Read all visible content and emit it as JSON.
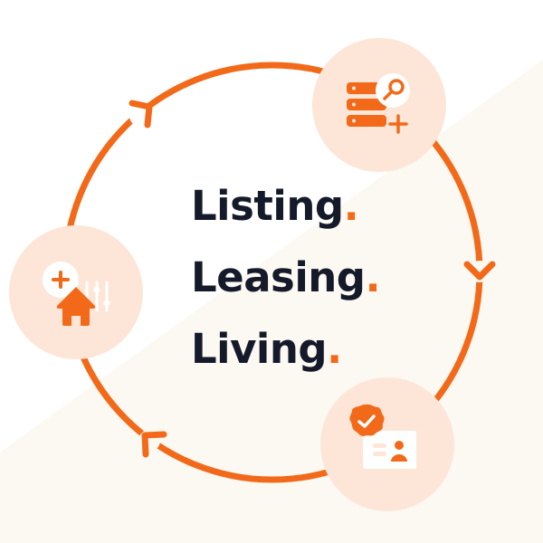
{
  "colors": {
    "accent": "#f26a19",
    "bubble_fill": "#fde6d7",
    "background_top": "#ffffff",
    "background_bottom": "#fcf8f2",
    "text": "#151a2b",
    "icon_white": "#ffffff",
    "icon_soft": "#fde6d7"
  },
  "tagline": {
    "lines": [
      {
        "word": "Listing",
        "dot": "."
      },
      {
        "word": "Leasing",
        "dot": "."
      },
      {
        "word": "Living",
        "dot": "."
      }
    ]
  },
  "cycle": {
    "direction": "clockwise",
    "stages": [
      {
        "id": "listing",
        "icon": "server-search-plus-icon",
        "position": "top-right"
      },
      {
        "id": "leasing",
        "icon": "verified-id-card-icon",
        "position": "bottom-right"
      },
      {
        "id": "living",
        "icon": "home-settings-plus-icon",
        "position": "left"
      }
    ],
    "arrows": [
      "top-left",
      "right",
      "bottom-left"
    ]
  }
}
